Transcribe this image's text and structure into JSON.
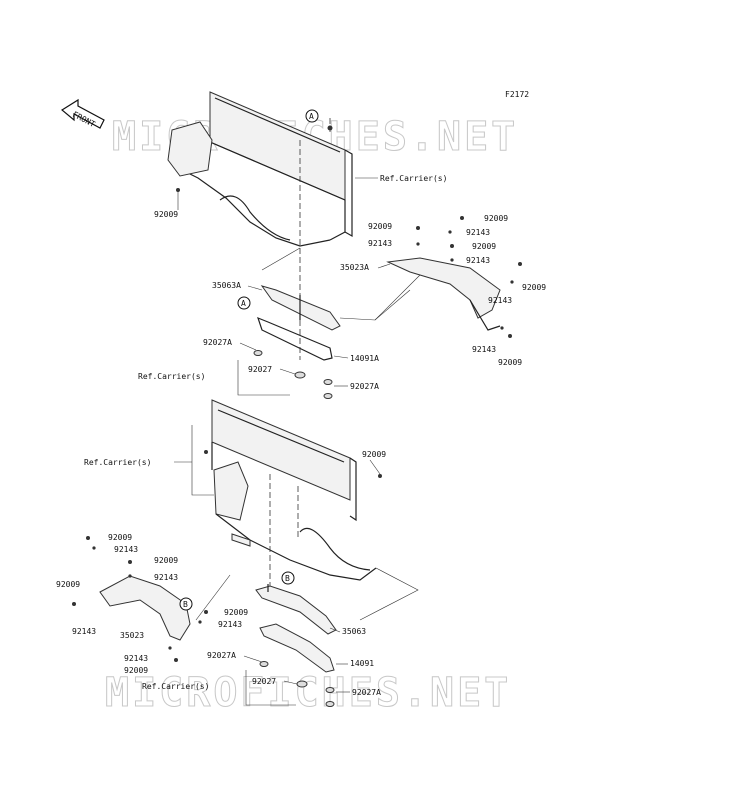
{
  "figure_code": "F2172",
  "watermark": "MICROFICHES.NET",
  "front_arrow": "FRONT",
  "upper": {
    "ref_carrier_right": "Ref.Carrier(s)",
    "ref_carrier_left": "Ref.Carrier(s)",
    "labels": {
      "p92009_left": "92009",
      "p92009_a": "92009",
      "p92009_b": "92009",
      "p92009_c": "92009",
      "p92009_d": "92009",
      "p92009_e": "92009",
      "p92143_a": "92143",
      "p92143_b": "92143",
      "p92143_c": "92143",
      "p92143_d": "92143",
      "p92143_e": "92143",
      "p35023A": "35023A",
      "p35063A": "35063A",
      "p92027A_1": "92027A",
      "p92027": "92027",
      "p14091A": "14091A",
      "p92027A_2": "92027A"
    },
    "marker_a_top": "A",
    "marker_a_mid": "A"
  },
  "lower": {
    "ref_carrier_top": "Ref.Carrier(s)",
    "ref_carrier_bottom": "Ref.Carrier(s)",
    "labels": {
      "p92009_right": "92009",
      "p92009_a": "92009",
      "p92143_a": "92143",
      "p92009_b": "92009",
      "p92143_b": "92143",
      "p92009_left": "92009",
      "p92143_left": "92143",
      "p35023": "35023",
      "p92009_c": "92009",
      "p92143_c": "92143",
      "p92143_d": "92143",
      "p92009_d": "92009",
      "p35063": "35063",
      "p92027A_1": "92027A",
      "p14091": "14091",
      "p92027": "92027",
      "p92027A_2": "92027A"
    },
    "marker_b_left": "B",
    "marker_b_right": "B"
  }
}
